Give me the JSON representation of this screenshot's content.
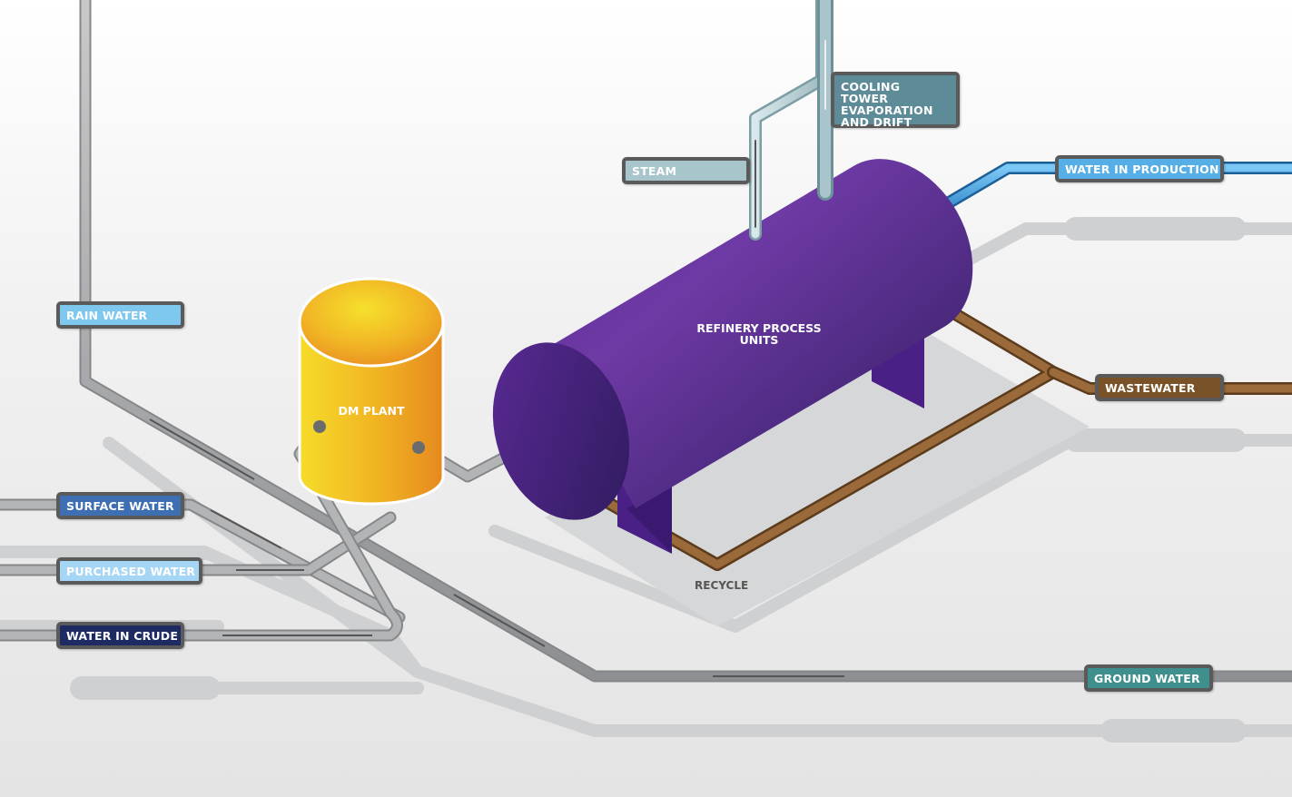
{
  "labels": {
    "rain_water": "RAIN WATER",
    "surface_water": "SURFACE WATER",
    "purchased_water": "PURCHASED WATER",
    "water_in_crude": "WATER IN CRUDE",
    "steam": "STEAM",
    "cooling_tower": "COOLING TOWER\nEVAPORATION\nAND DRIFT",
    "water_in_production": "WATER IN PRODUCTION",
    "wastewater": "WASTEWATER",
    "ground_water": "GROUND WATER",
    "dm_plant": "DM PLANT",
    "refinery": "REFINERY PROCESS\nUNITS",
    "recycle": "RECYCLE"
  },
  "colors": {
    "rain_water": "#7ec8f0",
    "surface_water": "#3f6fb3",
    "purchased_water": "#a6d6f5",
    "water_in_crude": "#1d2b62",
    "steam": "#a9c5cc",
    "cooling_tower": "#5e8b98",
    "water_in_production": "#55aee6",
    "wastewater": "#7a5228",
    "ground_water": "#3f8f8f",
    "refinery": "#4b2080",
    "dm_plant": "#f2b124",
    "pipe": "#a6a8ab",
    "recycle_pipe": "#8a5a2b"
  }
}
